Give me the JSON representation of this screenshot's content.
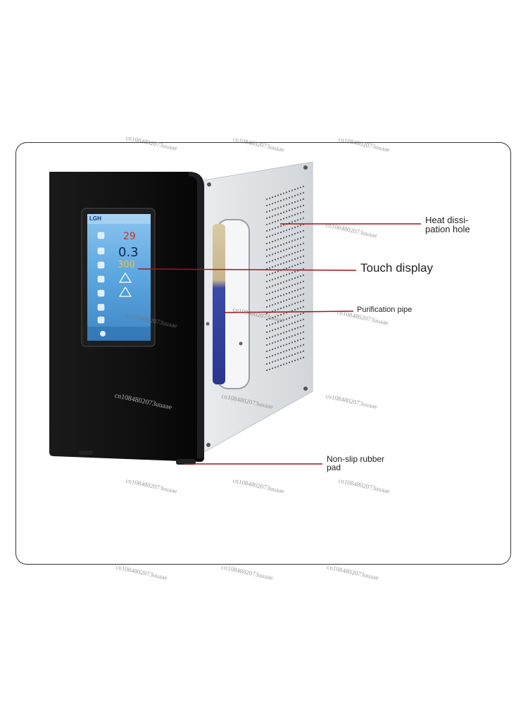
{
  "callouts": {
    "heat_line1": "Heat dissi-",
    "heat_line2": "pation hole",
    "touch": "Touch display",
    "pipe": "Purification pipe",
    "pad_line1": "Non-slip rubber",
    "pad_line2": "pad"
  },
  "screen": {
    "brand": "LGH",
    "value_top": "29",
    "value_mid": "0.3",
    "value_low": "300"
  },
  "watermark": "cn1084802073uuaae",
  "colors": {
    "callout_line": "#a3141c",
    "frame": "#333333",
    "screen_blue": "#4f9ed8"
  }
}
